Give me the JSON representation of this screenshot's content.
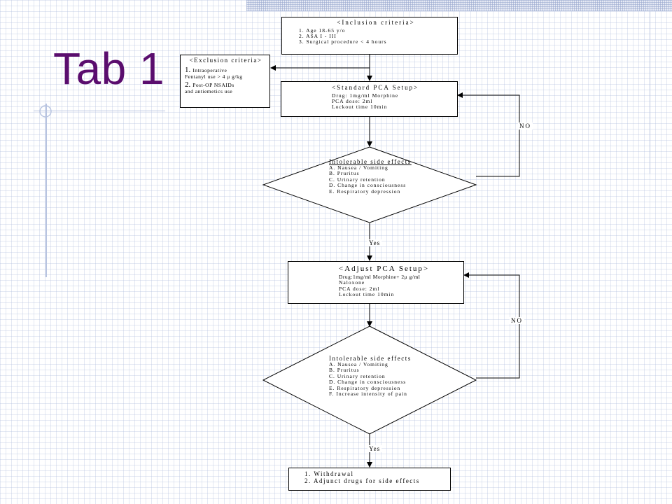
{
  "slide": {
    "title": "Tab 1"
  },
  "inclusion": {
    "header": "<Inclusion criteria>",
    "items": [
      "1. Age 18-65 y/o",
      "2. ASA I - III",
      "3. Surgical procedure < 4 hours"
    ]
  },
  "exclusion": {
    "header": "<Exclusion criteria>",
    "item1_num": "1.",
    "item1_lines": [
      "Intraoperative",
      "Fentanyl use > 4 μ g/kg"
    ],
    "item2_num": "2.",
    "item2_lines": [
      "Post-OP NSAIDs",
      "and antiemetics use"
    ]
  },
  "standard_pca": {
    "header": "<Standard PCA Setup>",
    "lines": [
      "Drug: 1mg/ml Morphine",
      "PCA dose: 2ml",
      "Lockout time 10min"
    ]
  },
  "decision1": {
    "header": "Intolerable side effects",
    "items": [
      "A. Nausea / Vomiting",
      "B. Pruritus",
      "C. Urinary retention",
      "D. Change in consciousness",
      "E. Respiratory depression"
    ]
  },
  "adjust_pca": {
    "header": "<Adjust PCA Setup>",
    "lines": [
      "Drug:1mg/ml Morphine+ 2μ g/ml",
      "Naloxone",
      "PCA dose: 2ml",
      "Lockout time 10min"
    ]
  },
  "decision2": {
    "header": "Intolerable side effects",
    "items": [
      "A. Nausea / Vomiting",
      "B. Pruritus",
      "C. Urinary retention",
      "D. Change in consciousness",
      "E. Respiratory depression",
      "F. Increase intensity of pain"
    ]
  },
  "final": {
    "items": [
      "1. Withdrawal",
      "2. Adjunct drugs for side effects"
    ]
  },
  "labels": {
    "no1": "NO",
    "yes1": "Yes",
    "no2": "NO",
    "yes2": "Yes"
  }
}
